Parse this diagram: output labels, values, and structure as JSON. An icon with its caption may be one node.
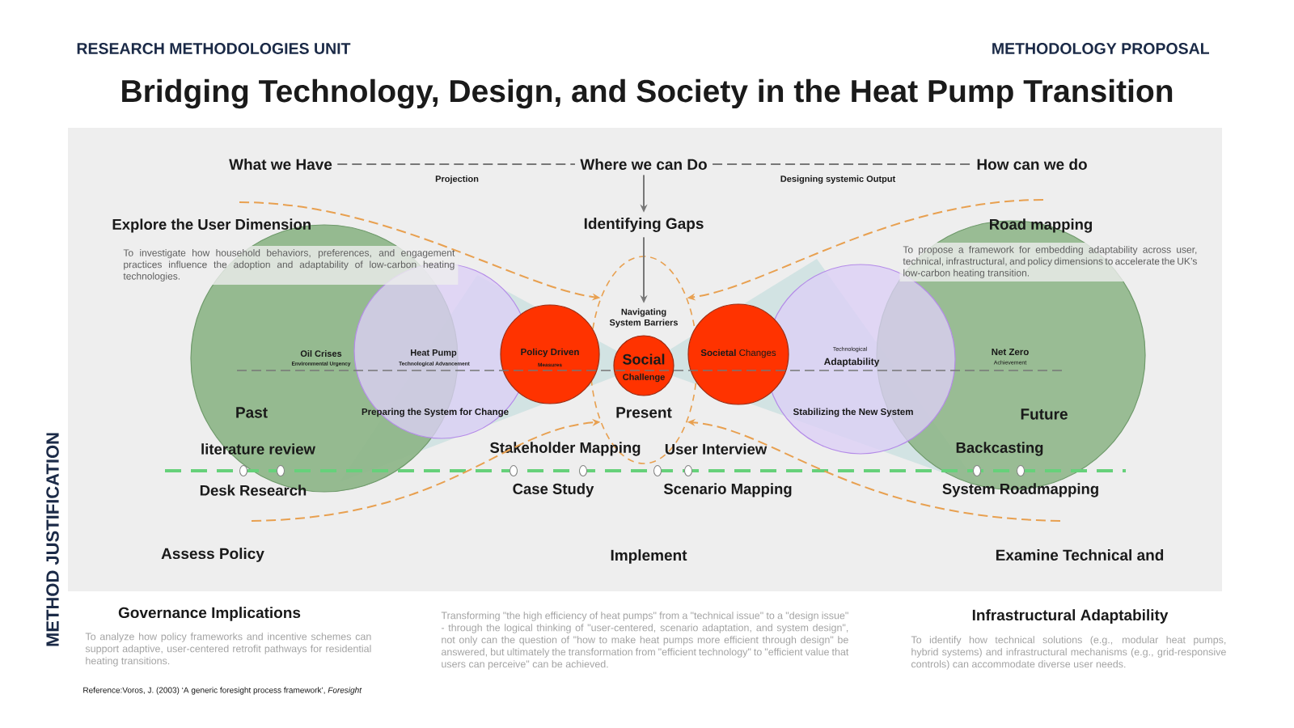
{
  "diagram": {
    "title": "Bridging Technology, Design, and Society in the Heat Pump Transition",
    "nodes": [
      {
        "text": [
          "What we Have"
        ]
      },
      {
        "text": [
          "Where we can Do"
        ]
      },
      {
        "text": [
          "How can we do"
        ]
      },
      {
        "text": [
          "Identifying Gaps"
        ]
      },
      {
        "text": [
          "Oil Crises",
          "Environmental Urgency",
          "Past"
        ]
      },
      {
        "text": [
          "Heat Pump",
          "Technological Advancement",
          "Preparing the System for Change"
        ]
      },
      {
        "text": [
          "Policy Driven",
          "Measures"
        ]
      },
      {
        "text": [],
        "shape": "ellipse"
      },
      {
        "text": [
          "Navigating System Barriers"
        ],
        "in": 7
      },
      {
        "text": [
          "Social",
          "Challenge"
        ],
        "in": 7
      },
      {
        "text": [
          "**Societal** Changes"
        ]
      },
      {
        "text": [
          "Technological",
          "Adaptability",
          "Stabilizing the New System"
        ]
      },
      {
        "text": [
          "Net Zero",
          "Achievement",
          "Future"
        ]
      }
    ],
    "edges": [
      {
        "from": 0,
        "to": 1,
        "arrow": "none",
        "label": "Projection",
        "style": "dashed"
      },
      {
        "from": 1,
        "to": 2,
        "arrow": "none",
        "label": "Designing systemic Output",
        "style": "dashed"
      },
      {
        "from": 1,
        "to": 3,
        "arrow": "to"
      },
      {
        "from": 3,
        "to": 8,
        "arrow": "to"
      },
      {
        "from": null,
        "to": 7,
        "arrow": "to",
        "style": "dashed",
        "color": "#e8a050"
      },
      {
        "from": null,
        "to": 7,
        "arrow": "to",
        "style": "dashed",
        "color": "#e8a050"
      },
      {
        "from": null,
        "to": 7,
        "arrow": "to",
        "style": "dashed",
        "color": "#e8a050"
      },
      {
        "from": null,
        "to": 7,
        "arrow": "to",
        "style": "dashed",
        "color": "#e8a050"
      }
    ],
    "labels": [
      "RESEARCH METHODOLOGIES UNIT",
      "METHODOLOGY PROPOSAL",
      "Explore the User Dimension",
      "To investigate how household behaviors, preferences, and engagement practices influence the adoption and adaptability of low-carbon heating technologies.",
      "Road mapping",
      "To propose a framework for embedding adaptability across user, technical, infrastructural, and policy dimensions to accelerate the UK’s low-carbon heating transition.",
      "Present",
      "literature review",
      "Stakeholder Mapping",
      "User Interview",
      "Backcasting",
      "Desk Research",
      "Case Study",
      "Scenario Mapping",
      "System Roadmapping",
      "Assess Policy",
      "Implement",
      "Examine Technical and",
      "METHOD JUSTIFICATION",
      "Governance Implications",
      "To analyze how policy frameworks and incentive schemes can support adaptive, user-centered retrofit pathways for residential heating transitions.",
      "Transforming \"the high efficiency of heat pumps\" from a \"technical issue\" to a \"design issue\" - through the logical thinking of \"user-centered, scenario adaptation, and system design\", not only can the question of \"how to make heat pumps more efficient through design\" be answered, but ultimately the transformation from \"efficient technology\" to \"efficient value that users can perceive\" can be achieved.",
      "Infrastructural Adaptability",
      "To identify how technical solutions (e.g., modular heat pumps, hybrid systems) and infrastructural mechanisms (e.g., grid-responsive controls) can accommodate diverse user needs.",
      "Reference:Voros, J. (2003) ‘A generic foresight process framework’, *Foresight*"
    ]
  }
}
